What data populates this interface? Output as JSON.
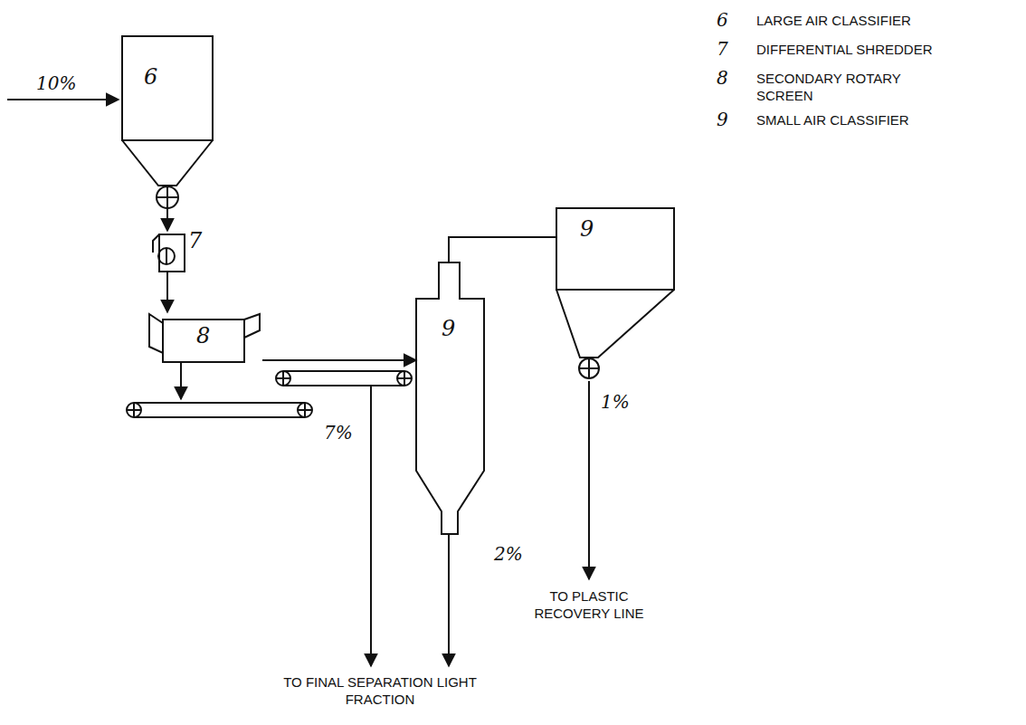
{
  "diagram": {
    "nodes": [
      {
        "text": [
          "6"
        ]
      },
      {
        "text": [
          "7"
        ]
      },
      {
        "text": [
          "8"
        ]
      },
      {
        "text": [
          "9"
        ]
      },
      {
        "text": [
          "9"
        ]
      }
    ],
    "edges": [
      {
        "from": 0,
        "to": 1,
        "arrow": "to"
      },
      {
        "from": 1,
        "to": 2,
        "arrow": "to"
      },
      {
        "from": 2,
        "to": 3,
        "arrow": "to"
      },
      {
        "from": 3,
        "to": 4,
        "arrow": "none"
      }
    ],
    "labels": [
      "6",
      "LARGE AIR CLASSIFIER",
      "7",
      "DIFFERENTIAL SHREDDER",
      "8",
      "SECONDARY ROTARY SCREEN",
      "9",
      "SMALL AIR CLASSIFIER",
      "10%",
      "7%",
      "2%",
      "1%",
      "TO PLASTIC RECOVERY LINE",
      "TO FINAL SEPARATION LIGHT FRACTION"
    ]
  }
}
